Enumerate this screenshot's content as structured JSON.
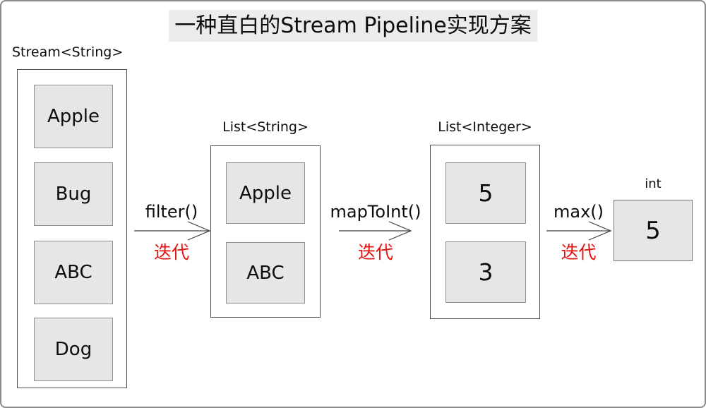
{
  "title": "一种直白的Stream Pipeline实现方案",
  "colors": {
    "box_fill": "#e6e6e6",
    "box_border": "#8f8f8f",
    "container_border": "#4d4d4d",
    "title_bg": "#ececec",
    "note_red": "#e3130f",
    "arrow": "#3f3f3f"
  },
  "stages": [
    {
      "label": "Stream<String>",
      "items": [
        "Apple",
        "Bug",
        "ABC",
        "Dog"
      ]
    },
    {
      "label": "List<String>",
      "items": [
        "Apple",
        "ABC"
      ]
    },
    {
      "label": "List<Integer>",
      "items": [
        "5",
        "3"
      ]
    }
  ],
  "arrows": [
    {
      "op": "filter()",
      "note": "迭代"
    },
    {
      "op": "mapToInt()",
      "note": "迭代"
    },
    {
      "op": "max()",
      "note": "迭代"
    }
  ],
  "result": {
    "label": "int",
    "value": "5"
  }
}
